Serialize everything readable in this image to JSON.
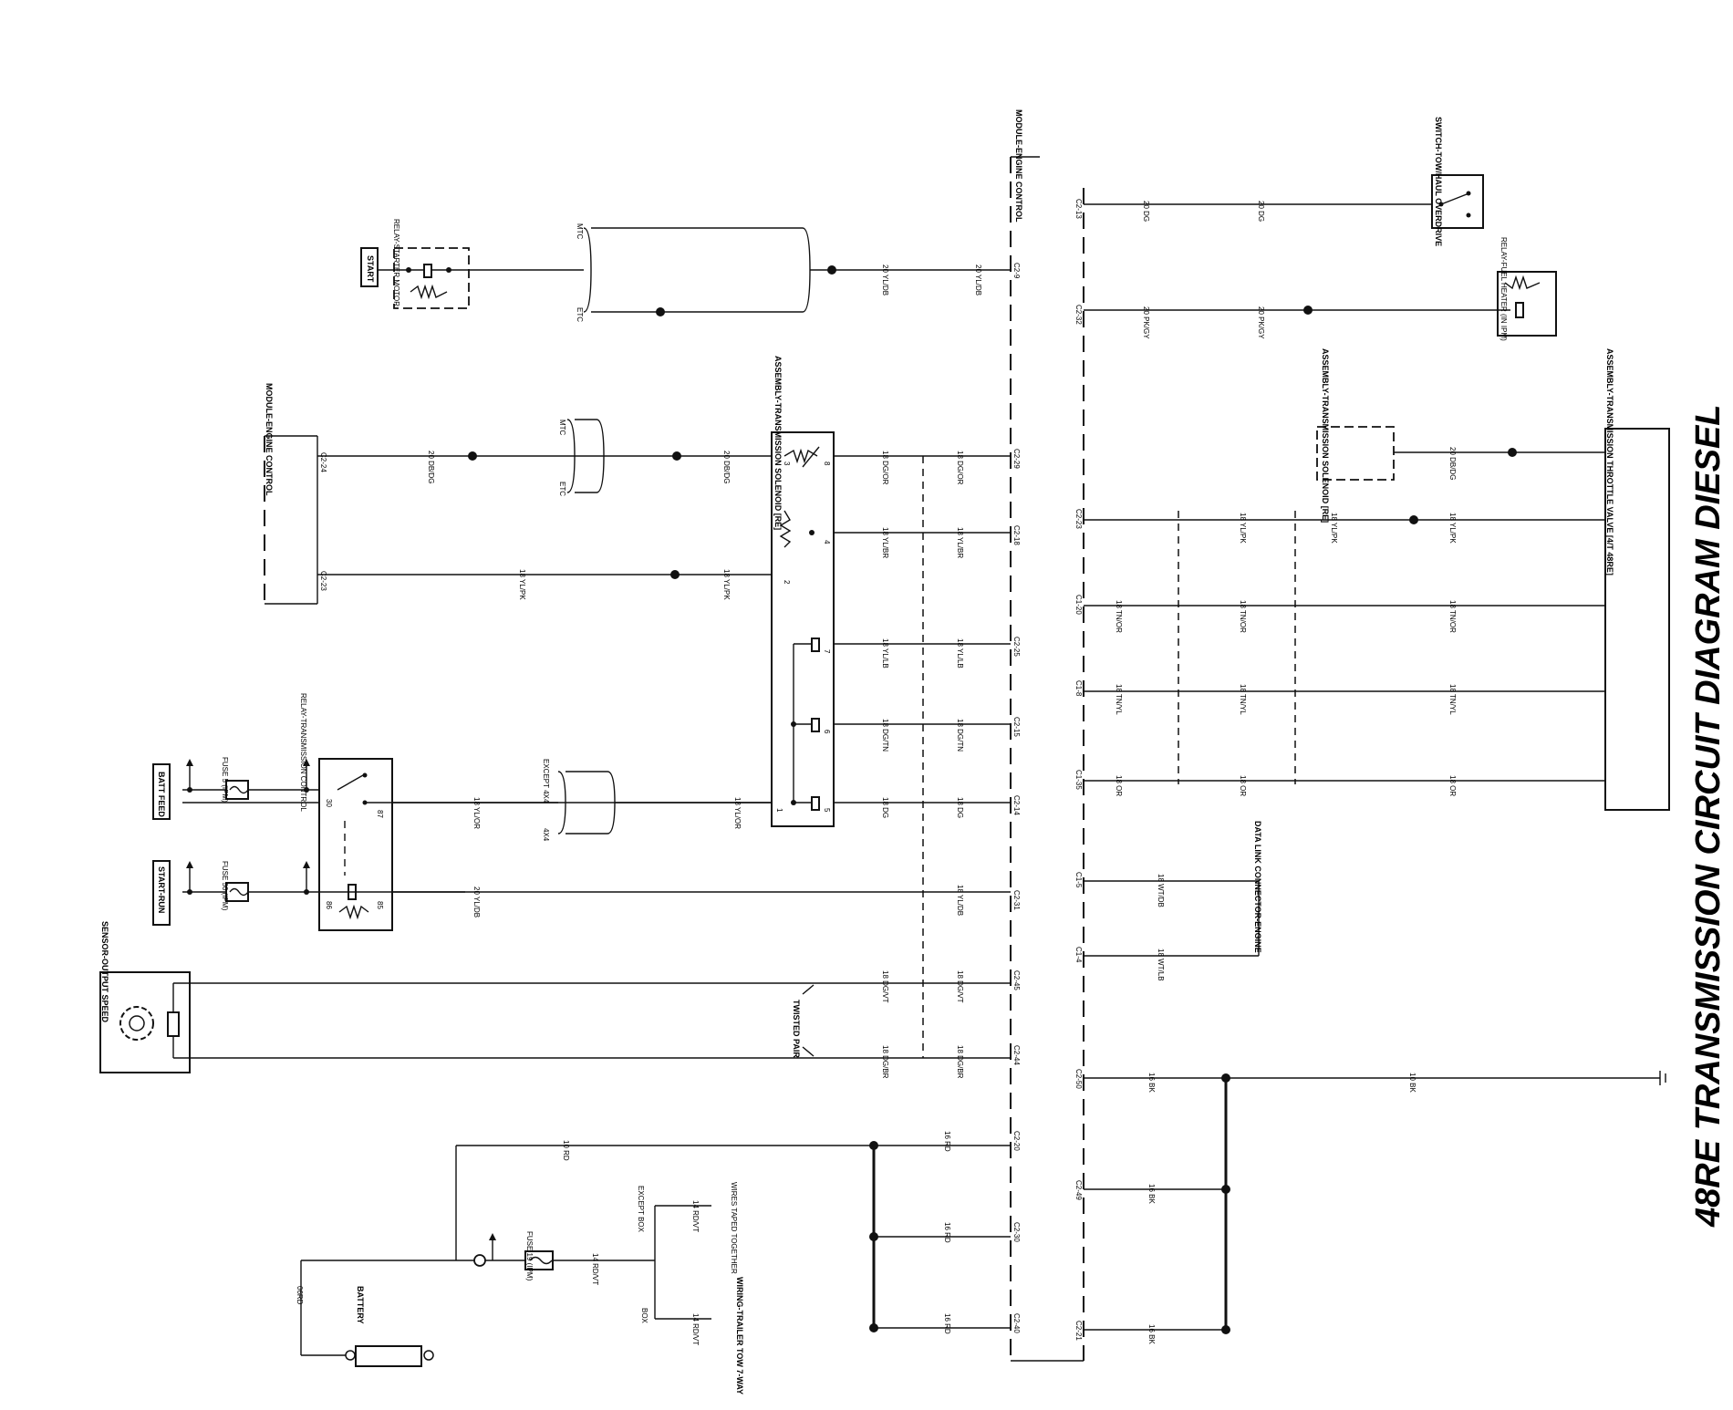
{
  "title": "48RE TRANSMISSION CIRCUIT DIAGRAM DIESEL",
  "pcm_left": "MODULE-ENGINE CONTROL",
  "pcm_top": "MODULE-ENGINE CONTROL",
  "sources": {
    "start": "START",
    "batt_feed": "BATT FEED",
    "start_run": "START-RUN",
    "battery": "BATTERY"
  },
  "components": {
    "starter_relay": "RELAY-STARTER MOTOR",
    "trans_relay": "RELAY-TRANSMISSION CONTROL",
    "solenoid": "ASSEMBLY-TRANSMISSION SOLENOID [RE]",
    "solenoid2": "ASSEMBLY-TRANSMISSION SOLENOID [RE]",
    "throttle": "ASSEMBLY-TRANSMISSION THROTTLE VALVE [4/T 48RE]",
    "od_switch": "SWITCH-TOW/HAUL OVERDRIVE",
    "fuel_relay": "RELAY-FUEL HEATER (IN IPM)",
    "speed_sensor": "SENSOR-OUTPUT SPEED",
    "dlc": "DATA LINK CONNECTOR-ENGINE",
    "trailer": "WIRING-TRAILER TOW 7-WAY",
    "wires_taped": "WIRES TAPED TOGETHER",
    "twisted": "TWISTED PAIR"
  },
  "fuses": {
    "f5": "FUSE 5 (IPM)",
    "f50": "FUSE 50 (IPM)",
    "f19": "FUSE 19 (IPM)"
  },
  "options": {
    "mtc": "MTC",
    "etc": "ETC",
    "except4x4": "EXCEPT 4X4",
    "x4x4": "4X4",
    "exceptbox": "EXCEPT BOX",
    "box": "BOX"
  },
  "pcm_pins_left": [
    "C2-9",
    "C2-29",
    "C2-18",
    "C2-25",
    "C2-15",
    "C2-14",
    "C2-31",
    "C2-45",
    "C2-44",
    "C2-20",
    "C2-30",
    "C2-40"
  ],
  "pcm_pins_right": [
    "C2-13",
    "C2-32",
    "C2-23",
    "C1-20",
    "C1-8",
    "C1-35",
    "C1-5",
    "C1-4",
    "C2-50",
    "C2-49",
    "C2-21"
  ],
  "pcm2_pins": [
    "C2-24",
    "C2-23"
  ],
  "wires": {
    "c2_9": "20 YL/DB",
    "c2_29": "18 DG/OR",
    "c2_18": "18 YL/BR",
    "c2_25": "18 YL/LB",
    "c2_15": "18 DG/TN",
    "c2_14": "18 DG",
    "c2_31": "18 YL/DB",
    "c2_45": "18 DG/VT",
    "c2_44": "18 DG/BR",
    "c2_20": "16 RD",
    "c2_13": "20 DG",
    "c2_32": "20 PK/GY",
    "c2_23": "18 YL/PK",
    "c1_20": "18 TN/OR",
    "c1_8": "18 TN/YL",
    "c1_35": "18 OR",
    "c1_5": "18 WT/DB",
    "c1_4": "18 WT/LB",
    "c2_50": "16 BK",
    "gnd": "10 BK",
    "batt_rd": "10 RD",
    "rdvt": "14 RD/VT",
    "batt_neg": "06RD",
    "dbdg": "20 DB/DG",
    "ylpk": "18 YL/PK",
    "ylor": "18 YL/OR",
    "yldb20": "20 YL/DB"
  }
}
